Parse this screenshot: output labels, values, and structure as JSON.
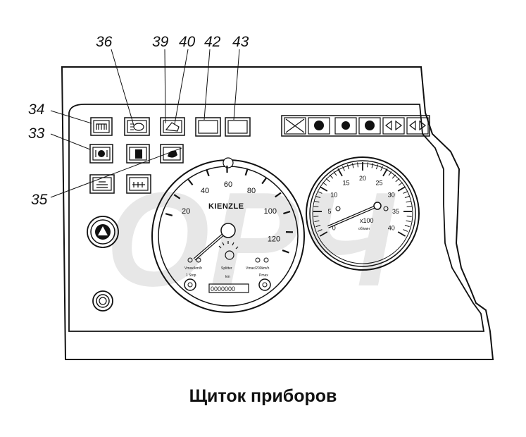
{
  "callouts": [
    {
      "id": "36",
      "label": "36"
    },
    {
      "id": "39",
      "label": "39"
    },
    {
      "id": "40",
      "label": "40"
    },
    {
      "id": "42",
      "label": "42"
    },
    {
      "id": "43",
      "label": "43"
    },
    {
      "id": "34",
      "label": "34"
    },
    {
      "id": "33",
      "label": "33"
    },
    {
      "id": "35",
      "label": "35"
    }
  ],
  "speedometer": {
    "brand": "KIENZLE",
    "scale_labels": [
      "20",
      "40",
      "60",
      "80",
      "100",
      "120"
    ],
    "unit_label": "km",
    "left_small_label": "Vmax/km/h",
    "mid_small_label": "Splitter",
    "right_small_label": "Vmax/200km/h",
    "left_knob_label": "1 Stop",
    "right_knob_label": "Pmax",
    "odometer": "0000000"
  },
  "tachometer": {
    "scale_labels": [
      "0",
      "5",
      "10",
      "15",
      "20",
      "25",
      "30",
      "35",
      "40"
    ],
    "multiplier": "x100",
    "unit": "об/мин"
  },
  "watermark": "ОРЧ",
  "caption": "Щиток приборов"
}
